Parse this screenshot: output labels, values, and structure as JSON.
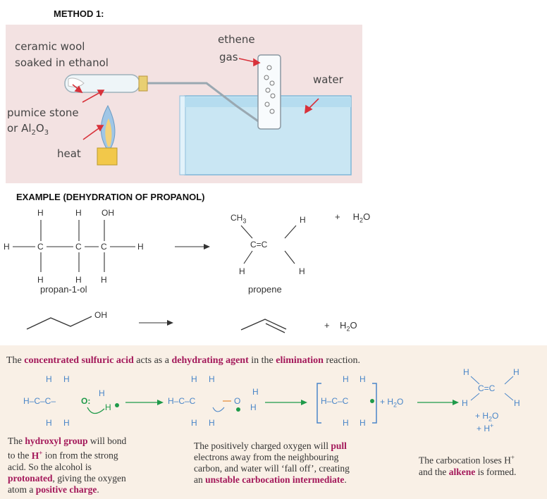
{
  "method": {
    "heading": "METHOD 1:",
    "label_wool_1": "ceramic wool",
    "label_wool_2": "soaked in ethanol",
    "label_ethene_1": "ethene",
    "label_ethene_2": "gas",
    "label_water": "water",
    "label_pumice_1": "pumice stone",
    "label_pumice_2": "or Al",
    "label_pumice_sub1": "2",
    "label_pumice_o": "O",
    "label_pumice_sub2": "3",
    "label_heat": "heat"
  },
  "example": {
    "heading": "EXAMPLE (DEHYDRATION OF PROPANOL)",
    "h": "H",
    "c": "C",
    "oh": "OH",
    "ch3": "CH",
    "ch3_sub": "3",
    "c_double_c": "C=C",
    "plus": "+",
    "h2o_h": "H",
    "h2o_sub": "2",
    "h2o_o": "O",
    "propanol_name": "propan-1-ol",
    "propene_name": "propene"
  },
  "mechanism": {
    "intro_pre": "The ",
    "intro_b1": "concentrated sulfuric acid",
    "intro_mid1": " acts as a ",
    "intro_b2": "dehydrating agent",
    "intro_mid2": " in the ",
    "intro_b3": "elimination",
    "intro_end": " reaction.",
    "plus_h2o": "+ H",
    "h2o_o": "O",
    "plus_h2o_2": "+ H",
    "plus_h_plus": "+ H",
    "sup_plus": "+",
    "sub_2": "2",
    "note1_a": "The ",
    "note1_b": "hydroxyl group",
    "note1_c": " will bond",
    "note1_d": "to the ",
    "note1_e": "H",
    "note1_f": " ion from the strong",
    "note1_g": "acid.  So the alcohol is",
    "note1_h": "protonated",
    "note1_i": ", giving the oxygen",
    "note1_j": "atom a ",
    "note1_k": "positive charge",
    "note1_l": ".",
    "note2_a": "The positively charged oxygen will ",
    "note2_b": "pull",
    "note2_c": "electrons away from the neighbouring",
    "note2_d": "carbon, and water will ‘fall off’, creating",
    "note2_e": "an ",
    "note2_f": "unstable carbocation intermediate",
    "note2_g": ".",
    "note3_a": "The carbocation loses H",
    "note3_b": "and the ",
    "note3_c": "alkene",
    "note3_d": " is formed."
  }
}
